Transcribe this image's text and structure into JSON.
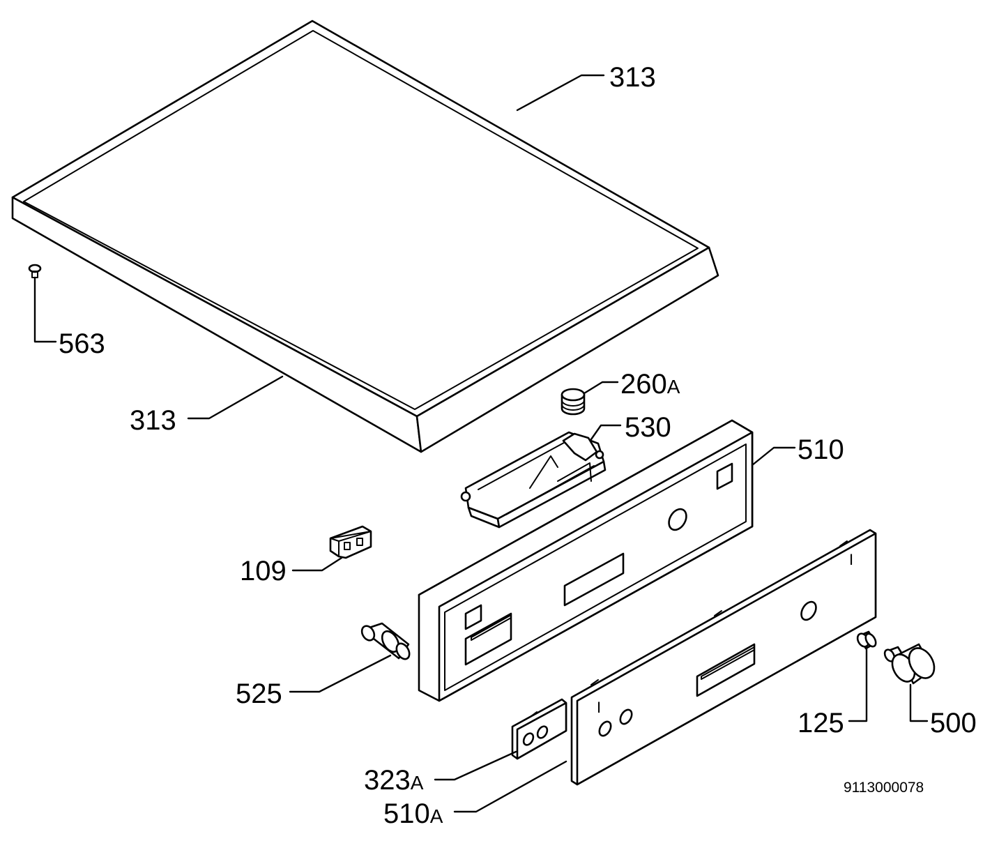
{
  "callouts": {
    "c313_top": {
      "num": "313",
      "suffix": ""
    },
    "c313_side": {
      "num": "313",
      "suffix": ""
    },
    "c563": {
      "num": "563",
      "suffix": ""
    },
    "c260a": {
      "num": "260",
      "suffix": "A"
    },
    "c530": {
      "num": "530",
      "suffix": ""
    },
    "c510": {
      "num": "510",
      "suffix": ""
    },
    "c109": {
      "num": "109",
      "suffix": ""
    },
    "c525": {
      "num": "525",
      "suffix": ""
    },
    "c125": {
      "num": "125",
      "suffix": ""
    },
    "c500": {
      "num": "500",
      "suffix": ""
    },
    "c323a": {
      "num": "323",
      "suffix": "A"
    },
    "c510a": {
      "num": "510",
      "suffix": "A"
    }
  },
  "drawing_number": "9113000078",
  "panel_marks": {
    "mark_a": "I",
    "mark_b": "I"
  }
}
